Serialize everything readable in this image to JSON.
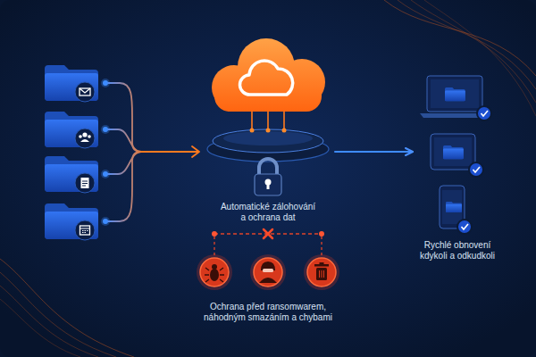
{
  "diagram": {
    "nodes": [
      {
        "text": [
          "Automatické zálohování a ochrana dat"
        ]
      },
      {
        "text": [
          "Rychlé obnovení kdykoli a odkudkoli"
        ]
      },
      {
        "text": [
          "Ochrana před ransomwarem, náhodným smazáním a chybami"
        ]
      }
    ],
    "edges": [
      {
        "from": 0,
        "to": 1,
        "arrow": "to"
      }
    ]
  }
}
